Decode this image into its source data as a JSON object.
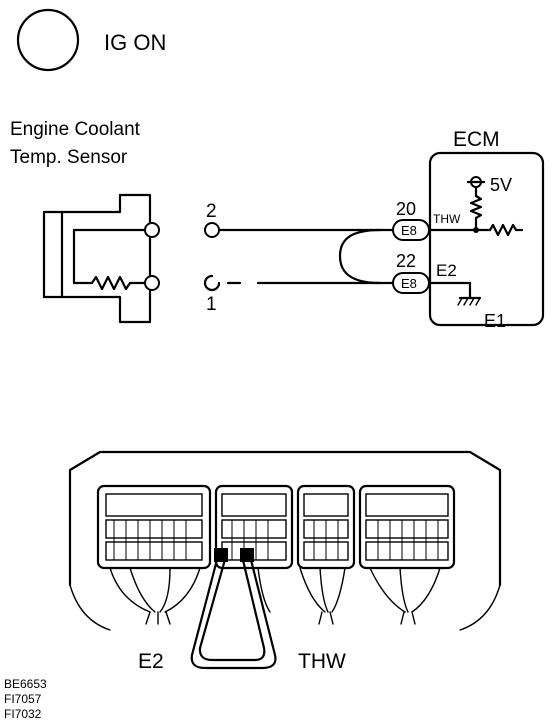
{
  "ignition": {
    "label": "IG ON"
  },
  "sensor": {
    "line1": "Engine Coolant",
    "line2": "Temp. Sensor"
  },
  "ecm": {
    "title": "ECM",
    "supply": "5V",
    "signal_label": "THW",
    "ground_label": "E2",
    "chassis_label": "E1",
    "pin_top": "20",
    "pin_bottom": "22",
    "connector": "E8"
  },
  "sensor_pins": {
    "top": "2",
    "bottom": "1"
  },
  "probes": {
    "left": "E2",
    "right": "THW"
  },
  "codes": [
    "BE6653",
    "FI7057",
    "FI7032"
  ]
}
